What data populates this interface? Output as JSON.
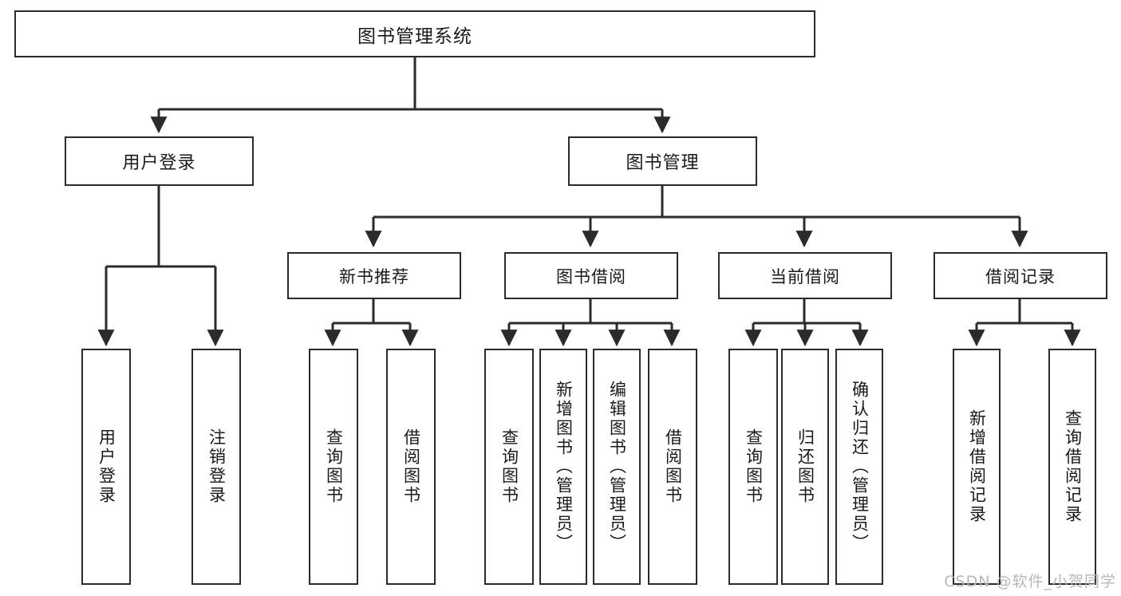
{
  "diagram": {
    "title": "图书管理系统",
    "type": "tree",
    "watermark": "CSDN @软件_小贺同学",
    "colors": {
      "background": "#ffffff",
      "box_border": "#2b2b2b",
      "box_fill": "#ffffff",
      "text": "#1a1a1a",
      "edge": "#2b2b2b",
      "watermark": "#b8b8b8"
    },
    "nodes": {
      "root": {
        "label": "图书管理系统"
      },
      "level1": [
        {
          "id": "user-login",
          "label": "用户登录"
        },
        {
          "id": "book-manage",
          "label": "图书管理"
        }
      ],
      "level2": [
        {
          "id": "new-book-recommend",
          "label": "新书推荐"
        },
        {
          "id": "book-borrow",
          "label": "图书借阅"
        },
        {
          "id": "current-borrow",
          "label": "当前借阅"
        },
        {
          "id": "borrow-record",
          "label": "借阅记录"
        }
      ],
      "leaves": {
        "user_login": [
          {
            "id": "leaf-user-login",
            "label": "用户登录"
          },
          {
            "id": "leaf-logout-login",
            "label": "注销登录"
          }
        ],
        "new_book_recommend": [
          {
            "id": "leaf-query-book-1",
            "label": "查询图书"
          },
          {
            "id": "leaf-borrow-book-1",
            "label": "借阅图书"
          }
        ],
        "book_borrow": [
          {
            "id": "leaf-query-book-2",
            "label": "查询图书"
          },
          {
            "id": "leaf-add-book",
            "label": "新增图书（管理员）"
          },
          {
            "id": "leaf-edit-book",
            "label": "编辑图书（管理员）"
          },
          {
            "id": "leaf-borrow-book-2",
            "label": "借阅图书"
          }
        ],
        "current_borrow": [
          {
            "id": "leaf-query-book-3",
            "label": "查询图书"
          },
          {
            "id": "leaf-return-book",
            "label": "归还图书"
          },
          {
            "id": "leaf-confirm-return",
            "label": "确认归还（管理员）"
          }
        ],
        "borrow_record": [
          {
            "id": "leaf-add-record",
            "label": "新增借阅记录"
          },
          {
            "id": "leaf-query-record",
            "label": "查询借阅记录"
          }
        ]
      }
    }
  }
}
